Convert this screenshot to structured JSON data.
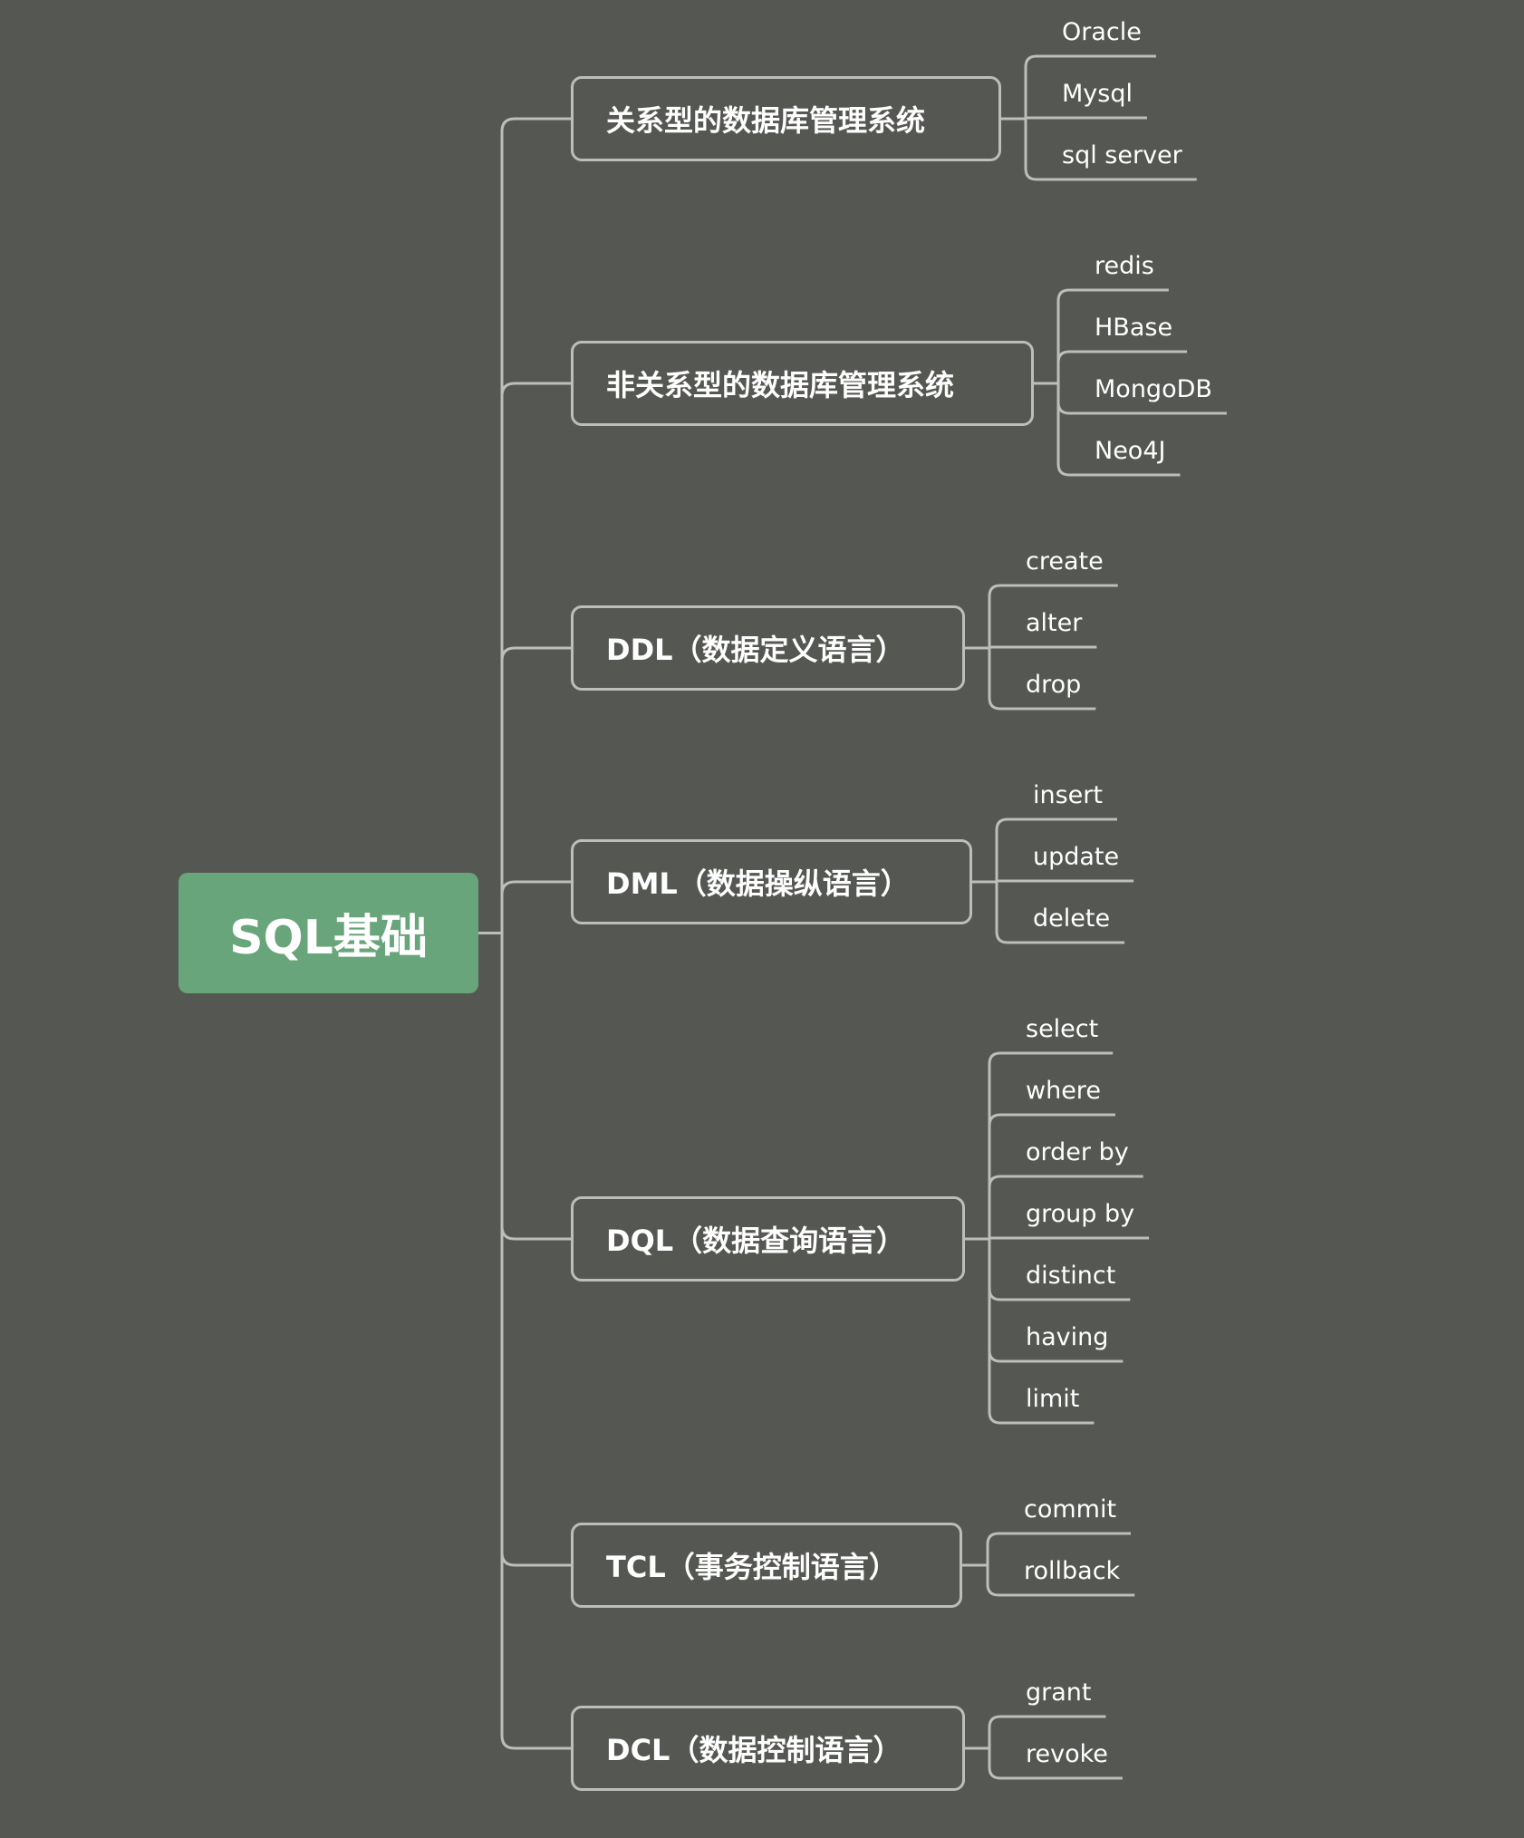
{
  "root": {
    "label": "SQL基础"
  },
  "branches": [
    {
      "label": "关系型的数据库管理系统",
      "children": [
        "Oracle",
        "Mysql",
        "sql server"
      ]
    },
    {
      "label": "非关系型的数据库管理系统",
      "children": [
        "redis",
        "HBase",
        "MongoDB",
        "Neo4J"
      ]
    },
    {
      "label": "DDL（数据定义语言）",
      "children": [
        "create",
        "alter",
        "drop"
      ]
    },
    {
      "label": "DML（数据操纵语言）",
      "children": [
        "insert",
        "update",
        "delete"
      ]
    },
    {
      "label": "DQL（数据查询语言）",
      "children": [
        "select",
        "where",
        "order by",
        "group by",
        "distinct",
        "having",
        "limit"
      ]
    },
    {
      "label": "TCL（事务控制语言）",
      "children": [
        "commit",
        "rollback"
      ]
    },
    {
      "label": "DCL（数据控制语言）",
      "children": [
        "grant",
        "revoke"
      ]
    }
  ],
  "colors": {
    "background": "#555752",
    "root_fill": "#69a57b",
    "line": "#bdbdbb",
    "text": "#ffffff"
  }
}
